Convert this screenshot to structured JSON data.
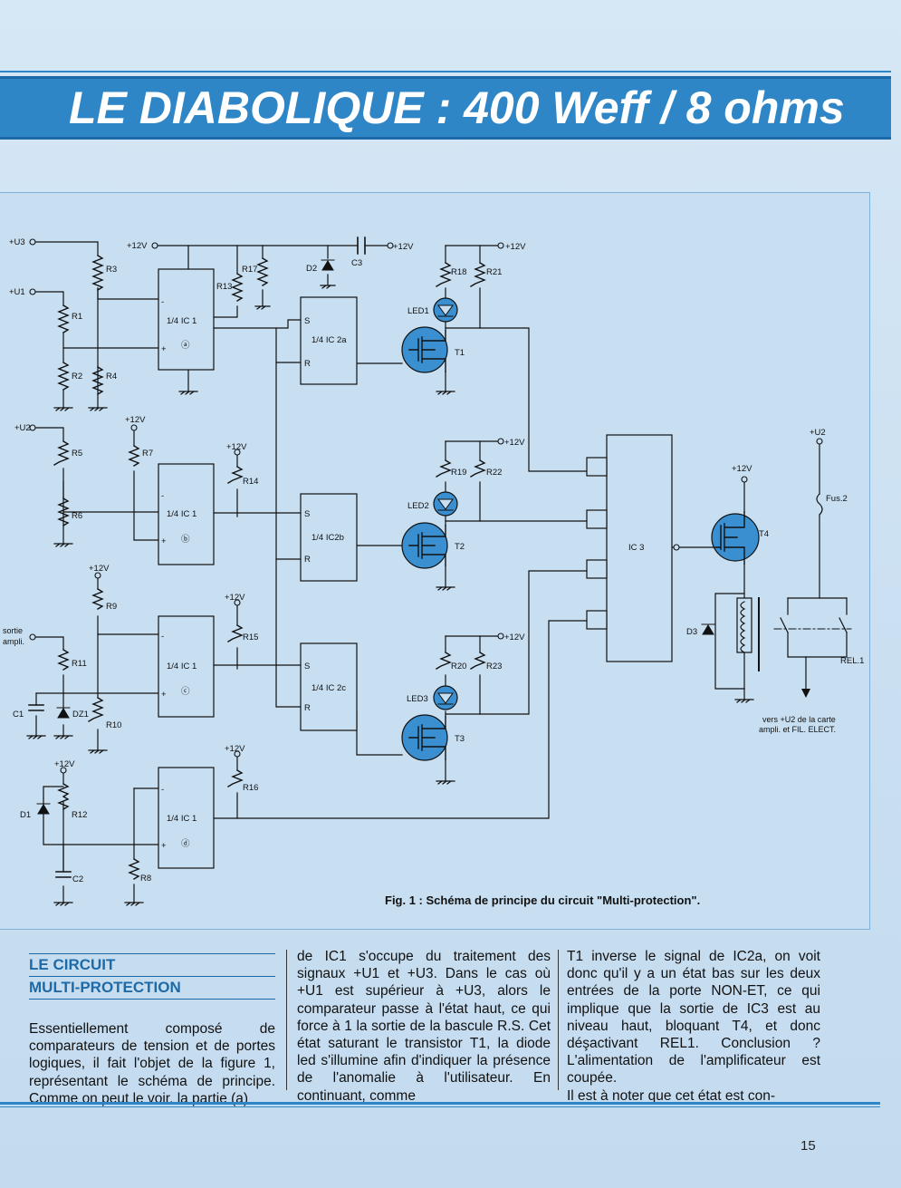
{
  "header": {
    "title": "LE DIABOLIQUE : 400 Weff / 8 ohms"
  },
  "figure": {
    "caption": "Fig. 1 : Schéma de principe du circuit \"Multi-protection\".",
    "labels": {
      "u3": "+U3",
      "u1": "+U1",
      "u2": "+U2",
      "u2_right": "+U2",
      "p12": "+12V",
      "r1": "R1",
      "r2": "R2",
      "r3": "R3",
      "r4": "R4",
      "r5": "R5",
      "r6": "R6",
      "r7": "R7",
      "r8": "R8",
      "r9": "R9",
      "r10": "R10",
      "r11": "R11",
      "r12": "R12",
      "r13": "R13",
      "r14": "R14",
      "r15": "R15",
      "r16": "R16",
      "r17": "R17",
      "r18": "R18",
      "r19": "R19",
      "r20": "R20",
      "r21": "R21",
      "r22": "R22",
      "r23": "R23",
      "ic1a": "1/4 IC 1",
      "ic1b": "1/4 IC 1",
      "ic1c": "1/4 IC 1",
      "ic1d": "1/4 IC 1",
      "ic1a_tag": "ⓐ",
      "ic1b_tag": "ⓑ",
      "ic1c_tag": "ⓒ",
      "ic1d_tag": "ⓓ",
      "ic2a": "1/4 IC 2a",
      "ic2b": "1/4 IC2b",
      "ic2c": "1/4 IC 2c",
      "ic3": "IC 3",
      "t1": "T1",
      "t2": "T2",
      "t3": "T3",
      "t4": "T4",
      "led1": "LED1",
      "led2": "LED2",
      "led3": "LED3",
      "d1": "D1",
      "d2": "D2",
      "d3": "D3",
      "dz1": "DZ1",
      "c1": "C1",
      "c2": "C2",
      "c3": "C3",
      "fus": "Fus.2",
      "rel": "REL.1",
      "s": "S",
      "r": "R",
      "sortie1": "sortie",
      "sortie2": "ampli.",
      "vers1": "vers +U2 de la carte",
      "vers2": "ampli. et FIL. ELECT."
    }
  },
  "section": {
    "heading_line1": "LE CIRCUIT",
    "heading_line2": "MULTI-PROTECTION",
    "col1": "Essentiellement composé de comparateurs de tension et de portes logiques, il fait l'objet de la figure 1, représentant le schéma de principe. Comme on peut le voir, la partie (a)",
    "col2": "de IC1 s'occupe du traitement des signaux +U1 et +U3. Dans le cas où +U1 est supérieur à +U3, alors le comparateur passe à l'état haut, ce qui force à 1 la sortie de la bascule R.S. Cet état saturant le transistor T1, la diode led s'illumine afin d'indiquer la présence de l'anomalie à l'utilisateur. En continuant, comme",
    "col3a": "T1 inverse le signal de IC2a, on voit donc qu'il y a un état bas sur les deux entrées de la porte NON-ET, ce qui implique que la sortie de IC3 est au niveau haut, bloquant T4, et donc déşactivant REL1. Conclusion ? L'alimentation de l'amplificateur est coupée.",
    "col3b": "Il est à noter que cet état est con-"
  },
  "footer": {
    "page_number": "15"
  },
  "colors": {
    "band": "#2f86c7",
    "heading": "#1d6aa8",
    "transistor": "#3a8fd0"
  }
}
